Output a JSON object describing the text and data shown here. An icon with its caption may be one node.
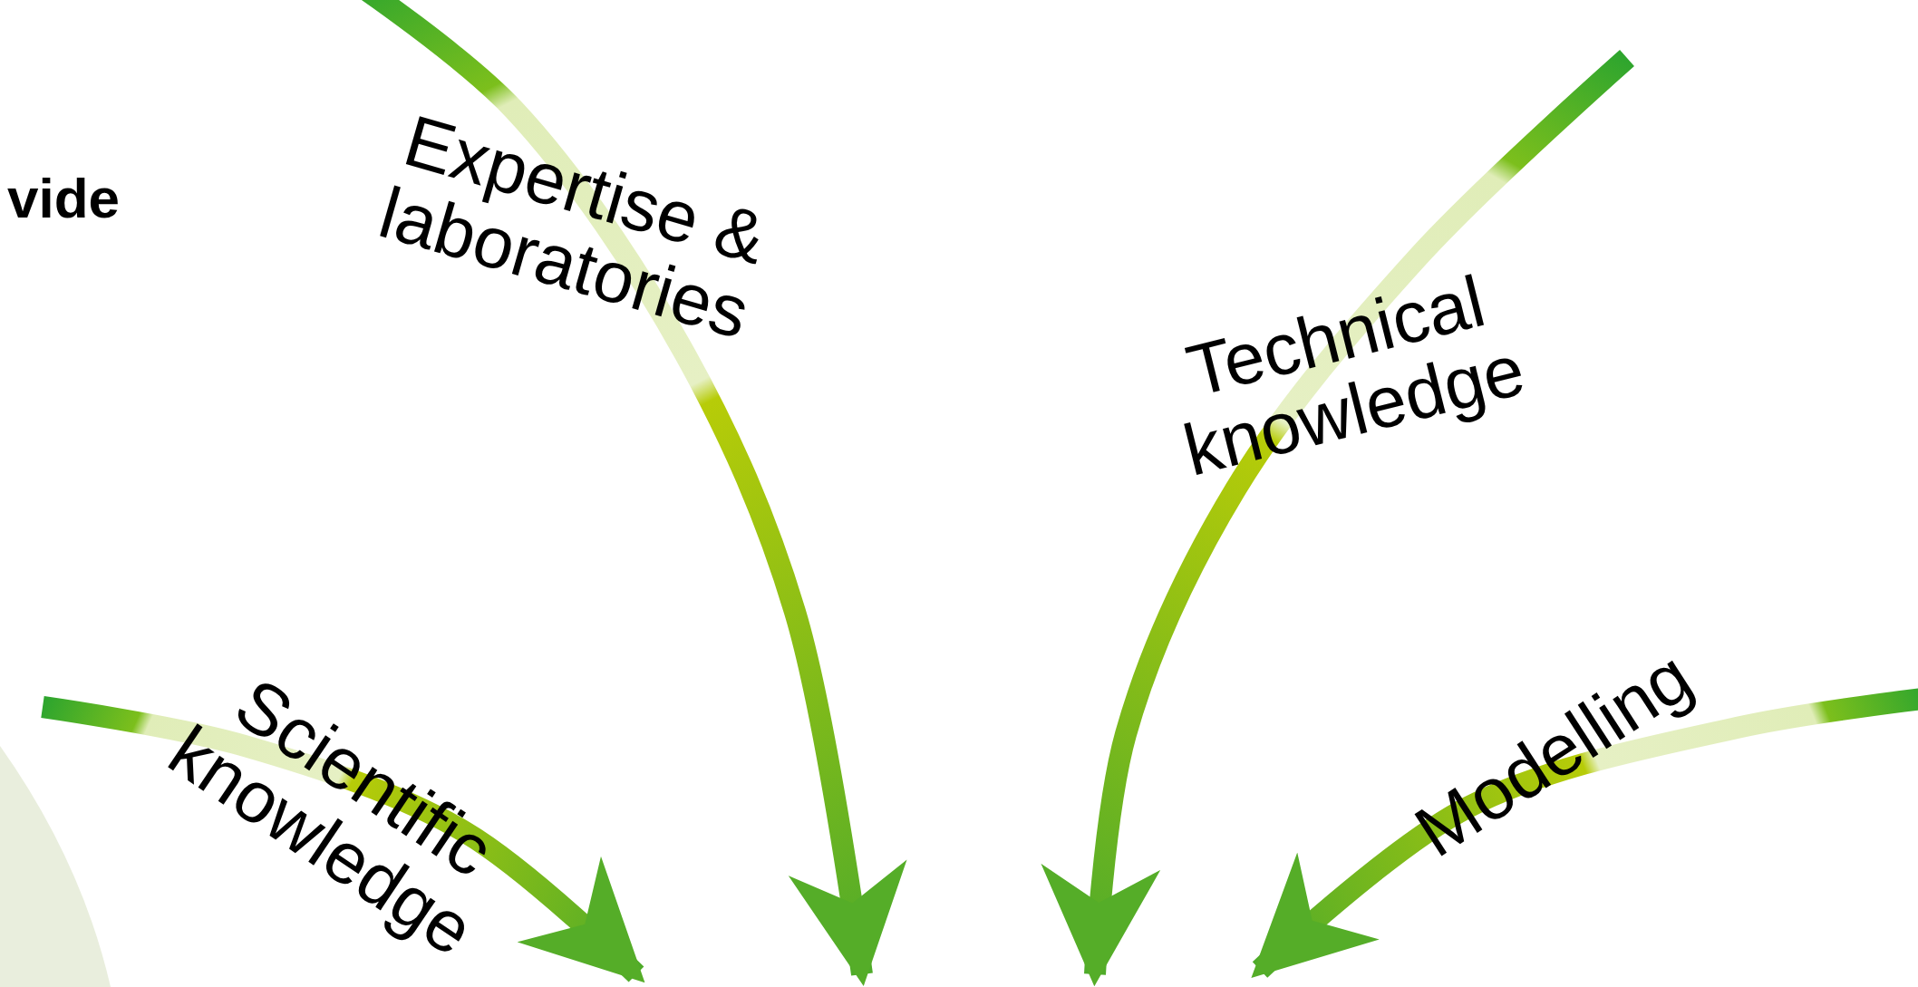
{
  "diagram": {
    "labels": [
      "vide",
      "Expertise & laboratories",
      "Technical knowledge",
      "Scientific knowledge",
      "Modelling"
    ]
  }
}
